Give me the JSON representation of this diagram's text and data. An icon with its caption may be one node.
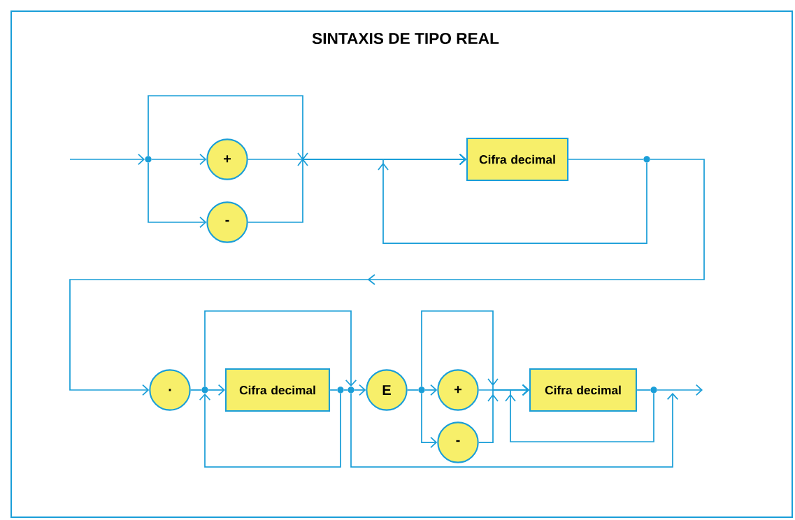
{
  "diagram": {
    "title": "SINTAXIS DE TIPO REAL",
    "nodes": [
      {
        "text": [],
        "shape": "circle"
      },
      {
        "text": [
          "+"
        ]
      },
      {
        "text": [
          "-"
        ]
      },
      {
        "text": [
          "Cifra decimal"
        ]
      },
      {
        "text": [],
        "shape": "circle"
      },
      {
        "text": [
          "."
        ]
      },
      {
        "text": [],
        "shape": "circle"
      },
      {
        "text": [
          "Cifra decimal"
        ]
      },
      {
        "text": [],
        "shape": "circle"
      },
      {
        "text": [],
        "shape": "circle"
      },
      {
        "text": [
          "E"
        ]
      },
      {
        "text": [],
        "shape": "circle"
      },
      {
        "text": [
          "+"
        ]
      },
      {
        "text": [
          "-"
        ]
      },
      {
        "text": [
          "Cifra decimal"
        ]
      },
      {
        "text": [],
        "shape": "circle"
      }
    ],
    "edges": [
      {
        "from": null,
        "to": 0,
        "arrow": "to"
      },
      {
        "from": 0,
        "to": 1,
        "arrow": "to"
      },
      {
        "from": 0,
        "to": 2,
        "arrow": "to"
      },
      {
        "from": 1,
        "to": 3,
        "arrow": "to"
      },
      {
        "from": 2,
        "to": 3,
        "arrow": "to"
      },
      {
        "from": 0,
        "to": 3,
        "arrow": "to"
      },
      {
        "from": 3,
        "to": 4,
        "arrow": "none"
      },
      {
        "from": 4,
        "to": 3,
        "arrow": "to"
      },
      {
        "from": 4,
        "to": 5,
        "arrow": "to"
      },
      {
        "from": 5,
        "to": 6,
        "arrow": "none"
      },
      {
        "from": 6,
        "to": 7,
        "arrow": "to"
      },
      {
        "from": 6,
        "to": 9,
        "arrow": "to"
      },
      {
        "from": 7,
        "to": 8,
        "arrow": "none"
      },
      {
        "from": 8,
        "to": 6,
        "arrow": "to"
      },
      {
        "from": 8,
        "to": 9,
        "arrow": "none"
      },
      {
        "from": 9,
        "to": 10,
        "arrow": "to"
      },
      {
        "from": 9,
        "to": null,
        "arrow": "to"
      },
      {
        "from": 10,
        "to": 11,
        "arrow": "none"
      },
      {
        "from": 11,
        "to": 12,
        "arrow": "to"
      },
      {
        "from": 11,
        "to": 13,
        "arrow": "to"
      },
      {
        "from": 11,
        "to": 14,
        "arrow": "to"
      },
      {
        "from": 12,
        "to": 14,
        "arrow": "to"
      },
      {
        "from": 13,
        "to": 14,
        "arrow": "to"
      },
      {
        "from": 14,
        "to": 15,
        "arrow": "none"
      },
      {
        "from": 15,
        "to": 14,
        "arrow": "to"
      },
      {
        "from": 15,
        "to": null,
        "arrow": "to"
      }
    ]
  }
}
